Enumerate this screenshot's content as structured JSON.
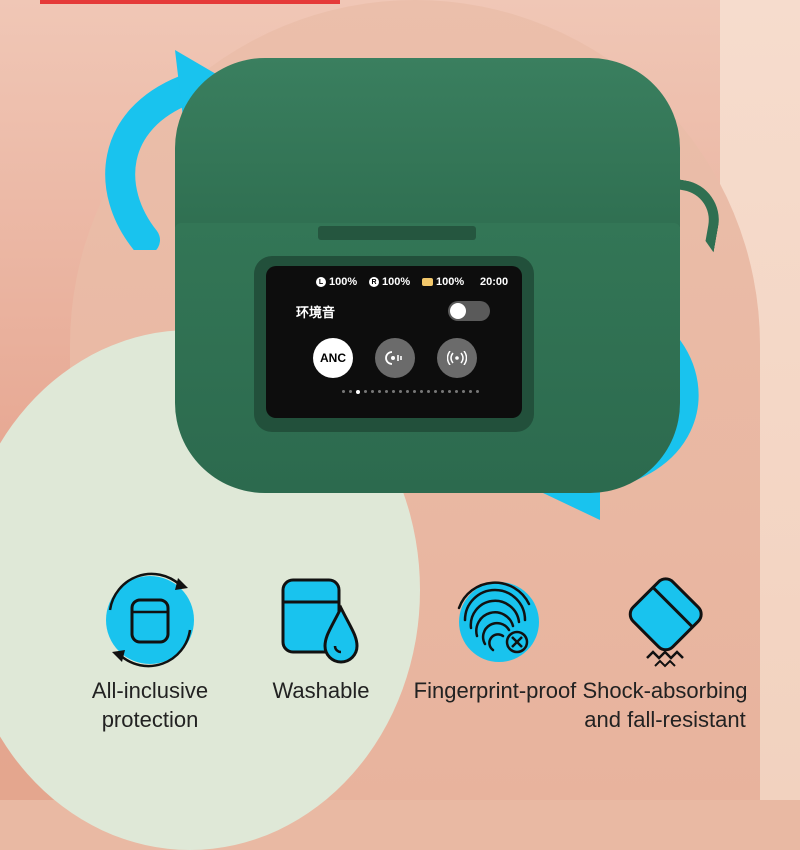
{
  "screen": {
    "left_bud": "100%",
    "right_bud": "100%",
    "case_battery": "100%",
    "time": "20:00",
    "ambient_label": "环境音",
    "modes": [
      "ANC",
      "",
      ""
    ]
  },
  "features": [
    {
      "label": "All-inclusive protection",
      "icon": "case-rotate-icon"
    },
    {
      "label": "Washable",
      "icon": "water-drop-icon"
    },
    {
      "label": "Fingerprint-proof",
      "icon": "fingerprint-icon"
    },
    {
      "label": "Shock-absorbing and fall-resistant",
      "icon": "shock-icon"
    }
  ],
  "colors": {
    "case_green": "#2f6f51",
    "accent_cyan": "#19c3ee",
    "background_peach": "#e8b39d"
  }
}
